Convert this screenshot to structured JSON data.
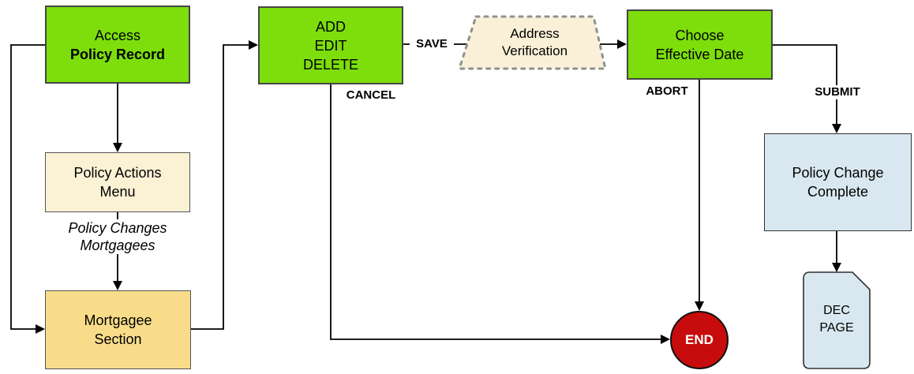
{
  "nodes": {
    "access_policy_record": {
      "line1": "Access",
      "line2": "Policy Record"
    },
    "policy_actions_menu": {
      "label": "Policy Actions\nMenu"
    },
    "menu_options_note": {
      "label": "Policy Changes\nMortgagees"
    },
    "mortgagee_section": {
      "label": "Mortgagee\nSection"
    },
    "add_edit_delete": {
      "label": "ADD\nEDIT\nDELETE"
    },
    "address_verification": {
      "label": "Address\nVerification"
    },
    "choose_effective_date": {
      "label": "Choose\nEffective Date"
    },
    "policy_change_complete": {
      "label": "Policy Change\nComplete"
    },
    "dec_page": {
      "label": "DEC\nPAGE"
    },
    "end_terminator": {
      "label": "END"
    }
  },
  "edge_labels": {
    "save": "SAVE",
    "cancel": "CANCEL",
    "abort": "ABORT",
    "submit": "SUBMIT"
  },
  "colors": {
    "process_green": "#7DDE0C",
    "menu_cream": "#FBF1D4",
    "section_gold": "#F8DC8A",
    "verification_fill": "#FAF0D8",
    "verification_dash_border": "#909090",
    "complete_blue": "#D9E8F0",
    "end_red": "#C60C0C",
    "connector": "#000000"
  }
}
